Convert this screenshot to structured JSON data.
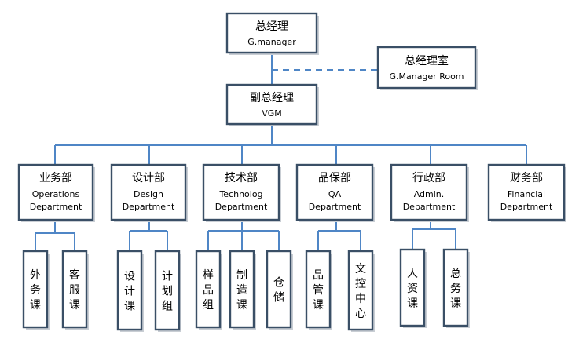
{
  "top": {
    "zh": "总经理",
    "en": "G.manager"
  },
  "office": {
    "zh": "总经理室",
    "en": "G.Manager Room"
  },
  "vice": {
    "zh": "副总经理",
    "en": "VGM"
  },
  "departments": [
    {
      "zh": "业务部",
      "en": [
        "Operations",
        "Department"
      ],
      "subs": [
        "外务课",
        "客服课"
      ]
    },
    {
      "zh": "设计部",
      "en": [
        "Design",
        "Department"
      ],
      "subs": [
        "设计课",
        "计划组"
      ]
    },
    {
      "zh": "技术部",
      "en": [
        "Technolog",
        "Department"
      ],
      "subs": [
        "样品组",
        "制造课",
        "仓储"
      ]
    },
    {
      "zh": "品保部",
      "en": [
        "QA",
        "Department"
      ],
      "subs": [
        "品管课",
        "文控中心"
      ]
    },
    {
      "zh": "行政部",
      "en": [
        "Admin.",
        "Department"
      ],
      "subs": [
        "人资课",
        "总务课"
      ]
    },
    {
      "zh": "财务部",
      "en": [
        "Financial",
        "Department"
      ],
      "subs": []
    }
  ]
}
